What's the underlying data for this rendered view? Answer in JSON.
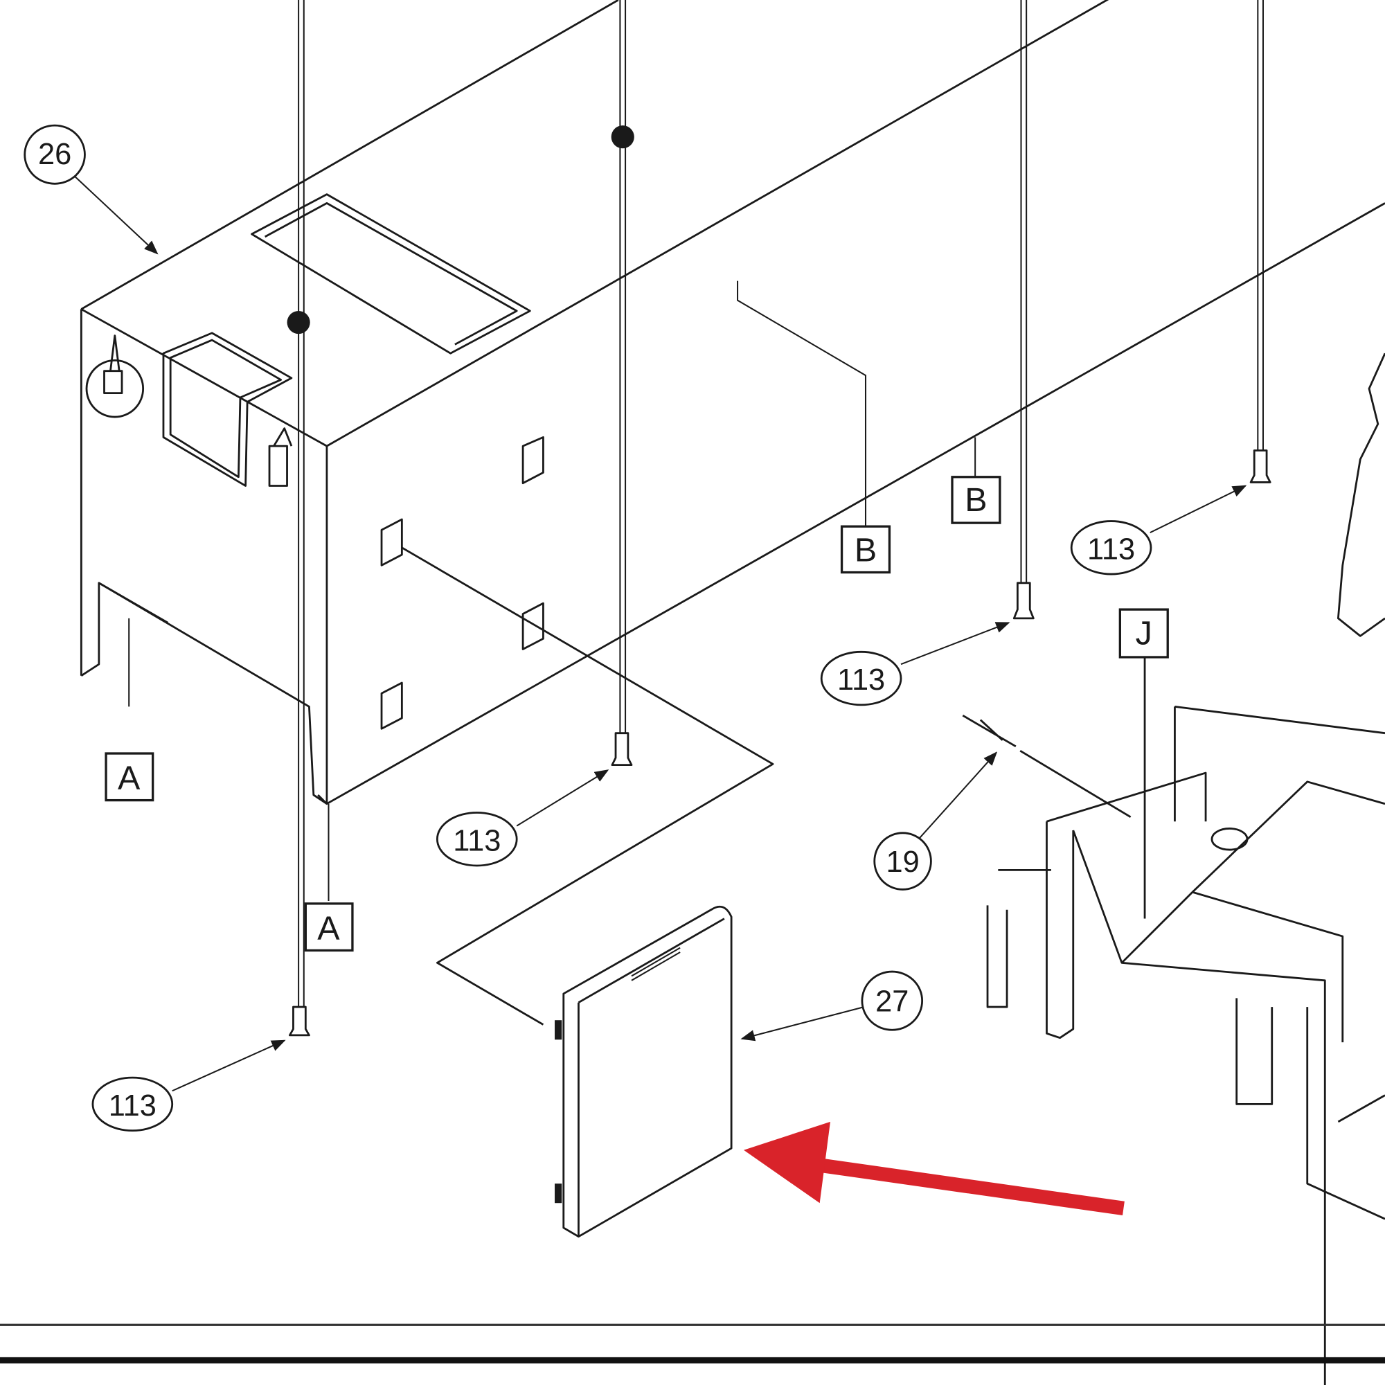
{
  "diagram": {
    "callouts": {
      "c26": "26",
      "c113a": "113",
      "c113b": "113",
      "c113c": "113",
      "c113d": "113",
      "c19": "19",
      "c27": "27"
    },
    "refs": {
      "a1": "A",
      "a2": "A",
      "b1": "B",
      "b2": "B",
      "j": "J"
    },
    "highlight_color": "#d9232a"
  }
}
